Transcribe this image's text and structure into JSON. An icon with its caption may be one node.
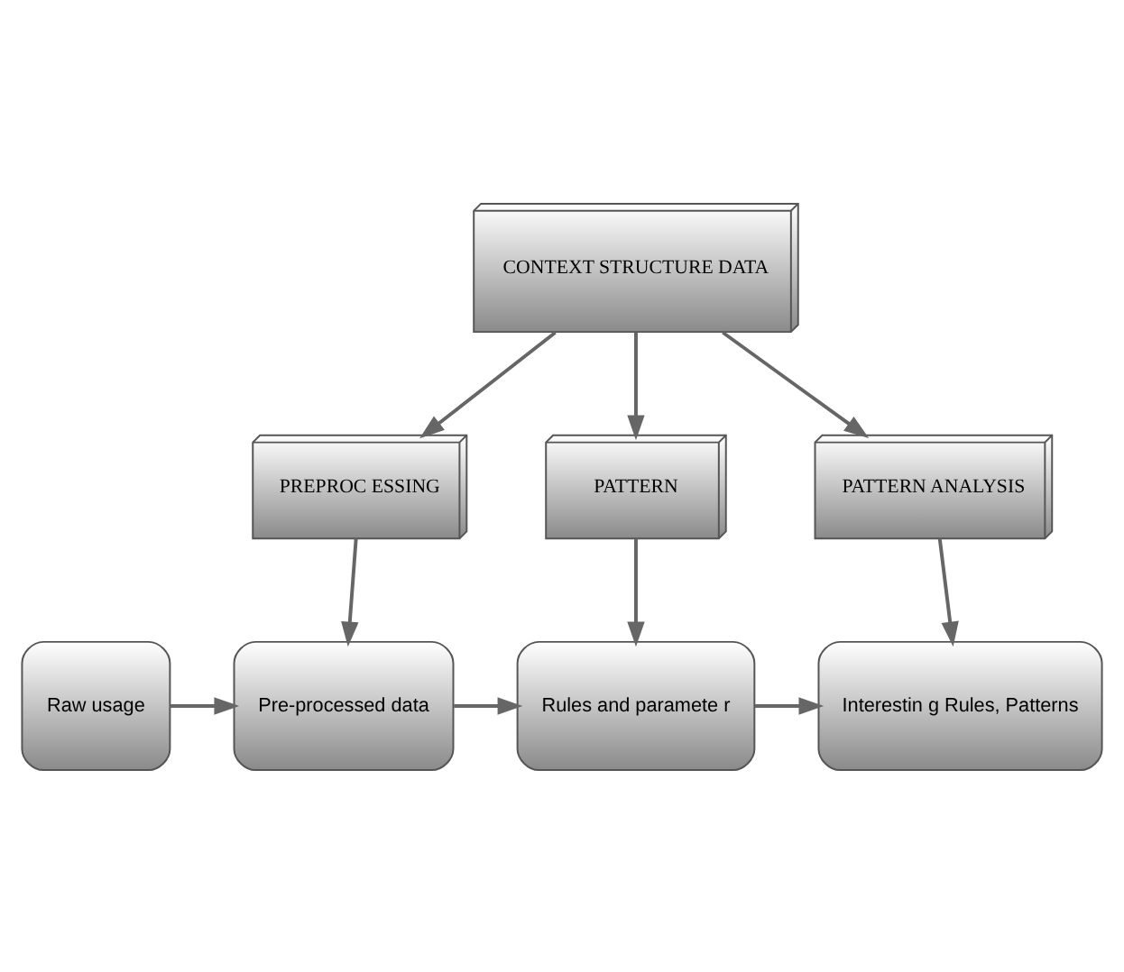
{
  "diagram": {
    "nodes": [
      {
        "text": [
          "CONTEXT STRUCTURE DATA"
        ]
      },
      {
        "text": [
          "PREPROC ESSING"
        ]
      },
      {
        "text": [
          "PATTERN"
        ]
      },
      {
        "text": [
          "PATTERN ANALYSIS"
        ]
      },
      {
        "text": [
          "Raw usage"
        ]
      },
      {
        "text": [
          "Pre-processed data"
        ]
      },
      {
        "text": [
          "Rules and paramete r"
        ]
      },
      {
        "text": [
          "Interestin g Rules, Patterns"
        ]
      }
    ],
    "edges": [
      {
        "from": 0,
        "to": 1,
        "arrow": "to"
      },
      {
        "from": 0,
        "to": 2,
        "arrow": "to"
      },
      {
        "from": 0,
        "to": 3,
        "arrow": "to"
      },
      {
        "from": 1,
        "to": 5,
        "arrow": "to"
      },
      {
        "from": 2,
        "to": 6,
        "arrow": "to"
      },
      {
        "from": 3,
        "to": 7,
        "arrow": "to"
      },
      {
        "from": 4,
        "to": 5,
        "arrow": "to"
      },
      {
        "from": 5,
        "to": 6,
        "arrow": "to"
      },
      {
        "from": 6,
        "to": 7,
        "arrow": "to"
      }
    ]
  }
}
